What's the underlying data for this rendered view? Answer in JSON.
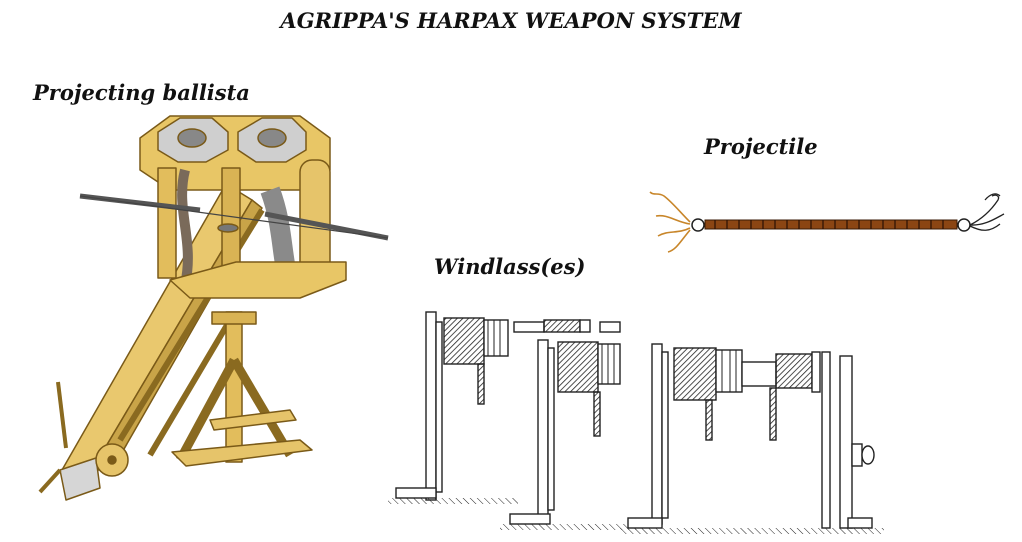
{
  "title": "AGRIPPA'S HARPAX WEAPON SYSTEM",
  "labels": {
    "ballista": "Projecting ballista",
    "projectile": "Projectile",
    "windlass": "Windlass(es)"
  },
  "colors": {
    "wood": "#e6c46a",
    "wood_dark": "#b38a2e",
    "shaft": "#8b4513",
    "rope": "#c8862a",
    "ink": "#222222"
  }
}
